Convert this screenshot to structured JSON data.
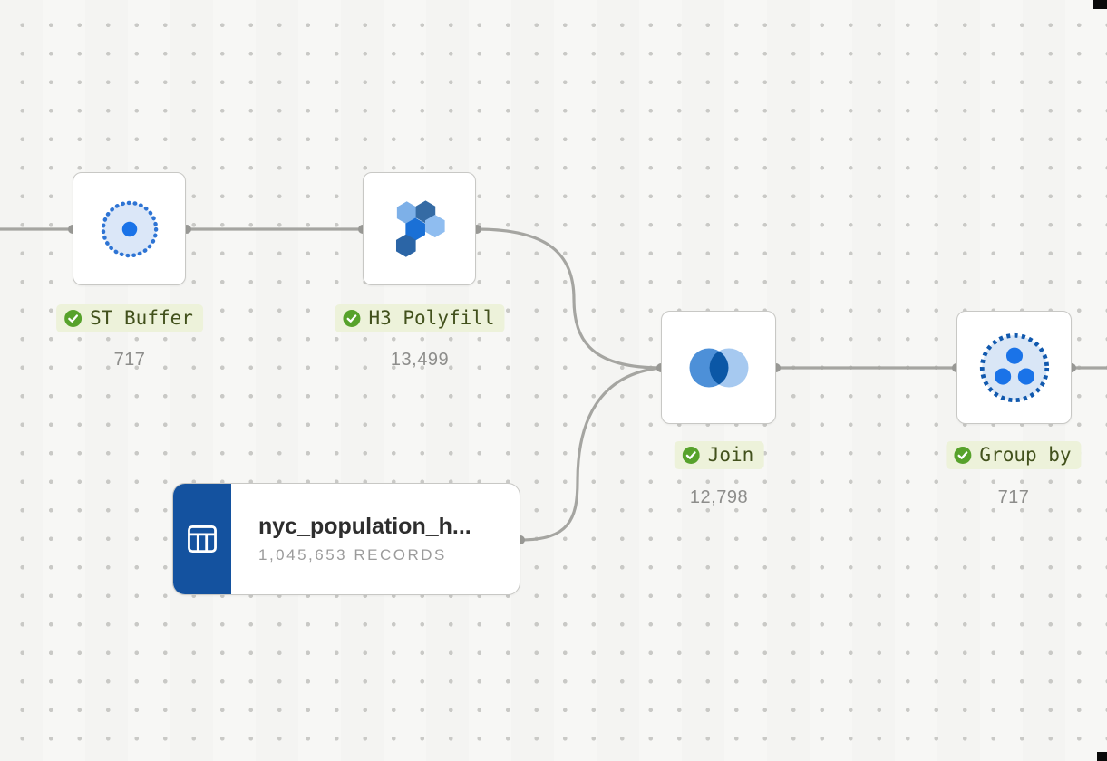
{
  "canvas": {
    "background": "#f7f7f5",
    "grid_dot_color": "#c9c9c6"
  },
  "colors": {
    "edge": "#a5a5a1",
    "port": "#989895",
    "node_border": "#c8c8c5",
    "label_pill_bg": "#edf2da",
    "label_text": "#42511c",
    "check_green": "#57a22b",
    "count_text": "#8d8d8b",
    "accent_blue": "#1a73e8",
    "source_band_blue": "#14529f"
  },
  "nodes": [
    {
      "id": "st-buffer",
      "label": "ST Buffer",
      "count": "717",
      "status": "completed",
      "icon": "buffer-icon"
    },
    {
      "id": "h3-polyfill",
      "label": "H3 Polyfill",
      "count": "13,499",
      "status": "completed",
      "icon": "h3-hexagons-icon"
    },
    {
      "id": "join",
      "label": "Join",
      "count": "12,798",
      "status": "completed",
      "icon": "venn-join-icon"
    },
    {
      "id": "group-by",
      "label": "Group by",
      "count": "717",
      "status": "completed",
      "icon": "group-by-icon"
    }
  ],
  "source_node": {
    "title": "nyc_population_h...",
    "subtitle": "1,045,653 RECORDS",
    "icon": "table-icon"
  }
}
